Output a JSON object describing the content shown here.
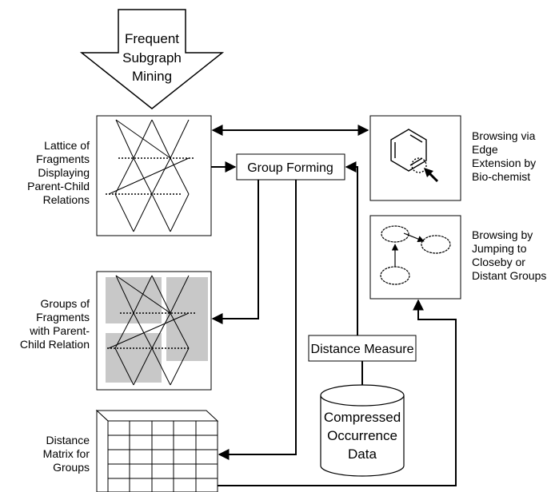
{
  "input_arrow": {
    "lines": [
      "Frequent",
      "Subgraph",
      "Mining"
    ]
  },
  "left_labels": {
    "lattice": [
      "Lattice of",
      "Fragments",
      "Displaying",
      "Parent-Child",
      "Relations"
    ],
    "groups": [
      "Groups of",
      "Fragments",
      "with Parent-",
      "Child Relation"
    ],
    "matrix": [
      "Distance",
      "Matrix for",
      "Groups"
    ]
  },
  "process_boxes": {
    "group_forming": "Group Forming",
    "distance_measure": "Distance Measure"
  },
  "database": {
    "lines": [
      "Compressed",
      "Occurrence",
      "Data"
    ]
  },
  "right_labels": {
    "edge_extension": [
      "Browsing via",
      "Edge",
      "Extension by",
      "Bio-chemist"
    ],
    "jumping": [
      "Browsing by",
      "Jumping to",
      "Closeby or",
      "Distant Groups"
    ]
  }
}
